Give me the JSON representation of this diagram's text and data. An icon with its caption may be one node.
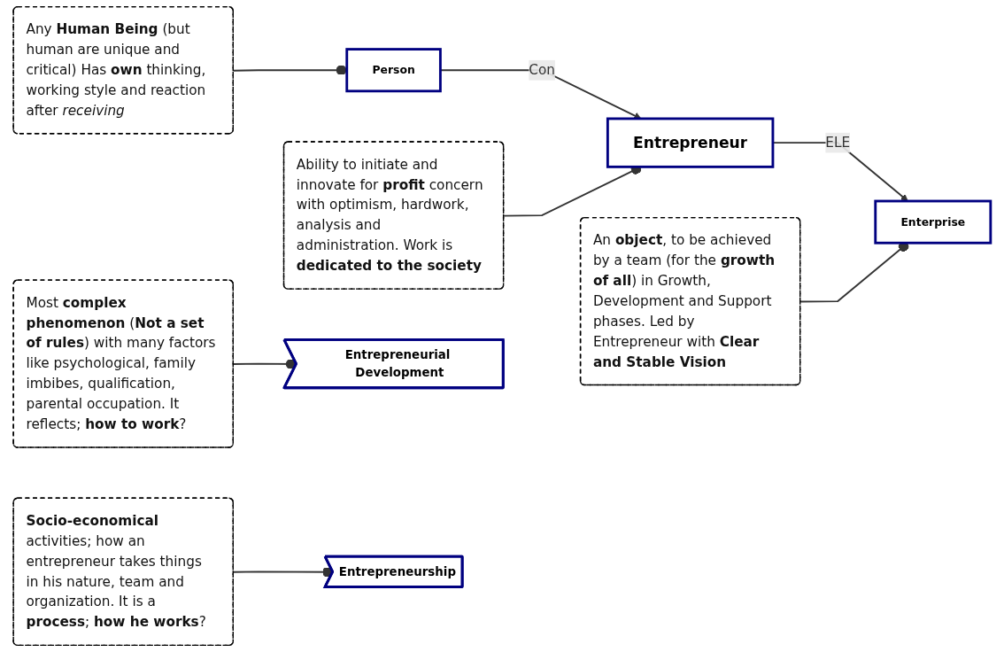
{
  "diagram": {
    "nodes": [
      {
        "text": [
          "Any **Human Being** (but human are unique and critical) Has **own** thinking, working style and reaction after *receiving*"
        ]
      },
      {
        "text": [
          "Person"
        ]
      },
      {
        "text": [
          "Most **complex phenomenon** (**Not a set of rules**) with many factors like psychological, family imbibes, qualification, parental occupation. It reflects; **how to work**?"
        ]
      },
      {
        "text": [
          "Entrepreneurial Development"
        ]
      },
      {
        "text": [
          "Ability to initiate and innovate for **profit** concern with optimism, hardwork, analysis and administration. Work is **dedicated to the society**"
        ]
      },
      {
        "text": [
          "Entrepreneur"
        ]
      },
      {
        "text": [
          "**Socio-economical** activities; how an entrepreneur takes things in his nature, team and organization. It is a **process**; **how he works**?"
        ]
      },
      {
        "text": [
          "Entrepreneurship"
        ]
      },
      {
        "text": [
          "An **object**, to be achieved by a team (for the **growth of all**) in Growth, Development and Support phases. Led by Entrepreneur with **Clear and Stable Vision**"
        ]
      },
      {
        "text": [
          "Enterprise"
        ]
      }
    ],
    "edges": [
      {
        "from": 1,
        "to": 5,
        "arrow": "to",
        "label": "Con"
      },
      {
        "from": 5,
        "to": 9,
        "arrow": "to",
        "label": "ELE"
      },
      {
        "from": 0,
        "to": 1,
        "arrow": "other"
      },
      {
        "from": 2,
        "to": 3,
        "arrow": "other"
      },
      {
        "from": 4,
        "to": 5,
        "arrow": "other"
      },
      {
        "from": 6,
        "to": 7,
        "arrow": "other"
      },
      {
        "from": 8,
        "to": 9,
        "arrow": "other"
      }
    ]
  }
}
